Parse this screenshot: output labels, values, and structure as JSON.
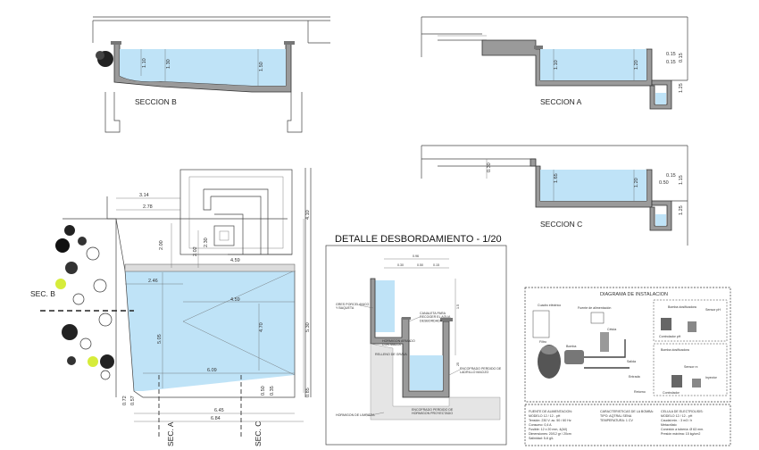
{
  "section_b": {
    "title": "SECCION B",
    "dims": [
      "1.10",
      "1.30",
      "1.50"
    ]
  },
  "section_a": {
    "title": "SECCION A",
    "dims": [
      "1.10",
      "1.20",
      "0.15",
      "1.25",
      "0.15",
      "0.15"
    ]
  },
  "section_c": {
    "title": "SECCION C",
    "dims": [
      "0.30",
      "1.65",
      "1.20",
      "0.15",
      "0.50",
      "1.15",
      "1.25"
    ]
  },
  "plan": {
    "dims": {
      "d_3_14": "3.14",
      "d_2_78": "2.78",
      "d_2_00": "2.00",
      "d_2_02": "2.02",
      "d_2_30": "2.30",
      "d_4_59_top": "4.59",
      "d_4_10": "4.10",
      "d_2_46": "2.46",
      "d_4_59_mid": "4.59",
      "d_5_05": "5.05",
      "d_4_70": "4.70",
      "d_5_30": "5.30",
      "d_6_09": "6.09",
      "d_0_50": "0.50",
      "d_0_35": "0.35",
      "d_0_85": "0.85",
      "d_6_45": "6.45",
      "d_6_84": "6.84",
      "d_0_72": "0.72",
      "d_0_57": "0.57"
    },
    "sec_b_label": "SEC. B",
    "sec_a_label": "SEC. A",
    "sec_c_label": "SEC. C"
  },
  "detail": {
    "title": "DETALLE DESBORDAMIENTO - 1/20",
    "dims": [
      "0.96",
      "0.30",
      "0.50",
      "0.15",
      "1.5",
      "25"
    ],
    "notes": [
      "GRES PORCELANICO\nY BAQUETA",
      "CANALETA PARA\nRECOGER EL AGUA\nDESBORDADA",
      "HORMIGON ARMADO\nCON MALLA",
      "ENCOFRADO PERDIDO DE\nLADRILLO MACIZO",
      "HORMIGON DE LIMPIEZA",
      "ENCOFRADO PERDIDO DE\nHORMIGON PROYECTADO",
      "RELLENO DE GRAVA"
    ]
  },
  "install": {
    "title": "DIAGRAMA DE INSTALACION",
    "labels": {
      "cuadro": "Cuadro eléctrico",
      "fuente": "Fuente de alimentación",
      "bomba_dos": "Bomba dosificadora",
      "sensor_ph": "Sensor pH",
      "bomba_dos2": "Bomba dosificadora",
      "sensor_rx": "Sensor rx",
      "inyector": "Inyector",
      "retorno": "Retorno",
      "celula": "Célula",
      "entrada": "Entrada",
      "salida": "Salida",
      "control_ph": "Controlador pH",
      "control_rx": "Controlador",
      "filtro": "Filtro",
      "bomba": "Bomba"
    },
    "specs": [
      {
        "head": "FUENTE DE ALIMENTACION:",
        "lines": [
          "MODELO 12 / 12 - pH",
          "Tensión: 230 V. ac. 50 / 60 Hz",
          "Consumo: 0,4 A",
          "Fusible: 12 x 20 mm, 4(A0)",
          "Dimensiones: 20/12 gr / 20cm",
          "Salinidad: 5-6 g/L"
        ]
      },
      {
        "head": "CARACTERISTICAS DE LA BOMBA:",
        "lines": [
          "TIPO: AQTRAL SENA",
          "TEMPERATURA: 1 CV"
        ]
      },
      {
        "head": "CELULA DE ELECTROLISIS:",
        "lines": [
          "MODELO 12 / 12 - pH",
          "Caudal min. : 3 m3 / h",
          "Metacrilato",
          "Conexión a tubería: Ø 63 mm.",
          "Presión máxima: 15 kg/cm2"
        ]
      }
    ]
  }
}
